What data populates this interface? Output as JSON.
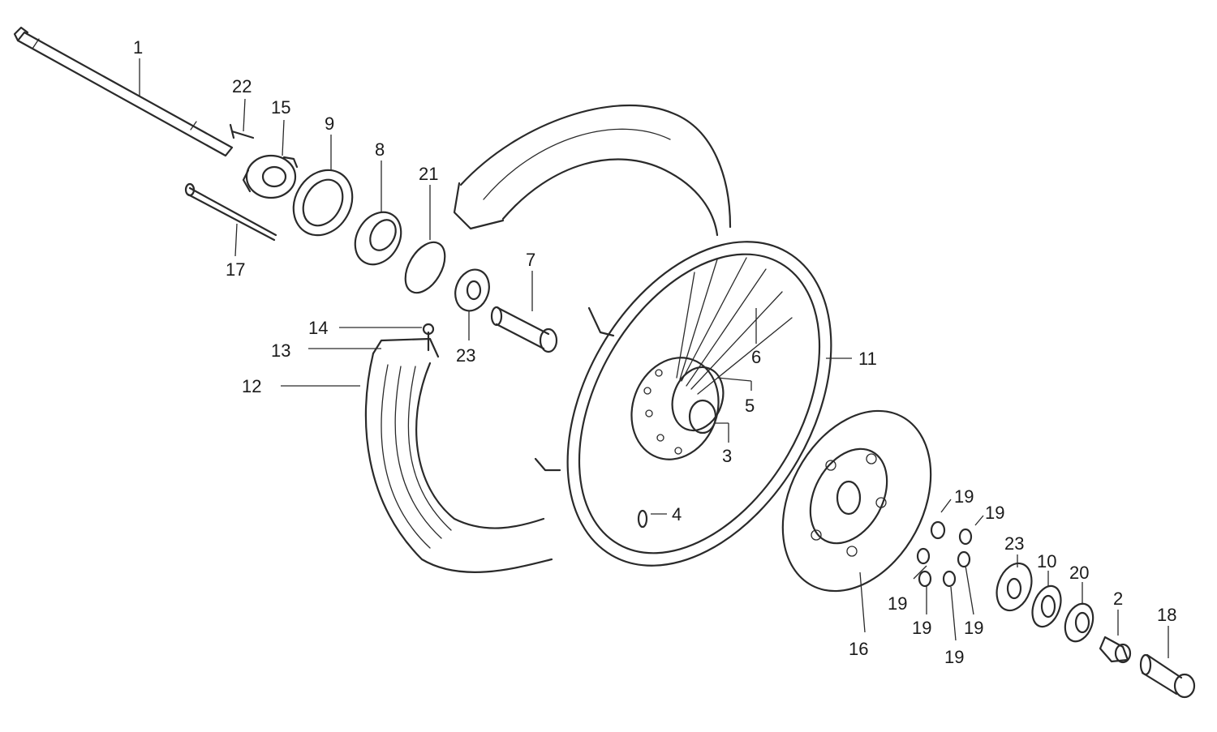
{
  "diagram": {
    "background": "#ffffff",
    "ink": "#2a2a2a",
    "callouts": [
      {
        "id": "1",
        "text": "1"
      },
      {
        "id": "22",
        "text": "22"
      },
      {
        "id": "15",
        "text": "15"
      },
      {
        "id": "9",
        "text": "9"
      },
      {
        "id": "8",
        "text": "8"
      },
      {
        "id": "21",
        "text": "21"
      },
      {
        "id": "17",
        "text": "17"
      },
      {
        "id": "7",
        "text": "7"
      },
      {
        "id": "14",
        "text": "14"
      },
      {
        "id": "13",
        "text": "13"
      },
      {
        "id": "23a",
        "text": "23"
      },
      {
        "id": "12",
        "text": "12"
      },
      {
        "id": "6",
        "text": "6"
      },
      {
        "id": "11",
        "text": "11"
      },
      {
        "id": "5",
        "text": "5"
      },
      {
        "id": "3",
        "text": "3"
      },
      {
        "id": "4",
        "text": "4"
      },
      {
        "id": "19a",
        "text": "19"
      },
      {
        "id": "19b",
        "text": "19"
      },
      {
        "id": "23b",
        "text": "23"
      },
      {
        "id": "10",
        "text": "10"
      },
      {
        "id": "20",
        "text": "20"
      },
      {
        "id": "19c",
        "text": "19"
      },
      {
        "id": "19d",
        "text": "19"
      },
      {
        "id": "19e",
        "text": "19"
      },
      {
        "id": "19f",
        "text": "19"
      },
      {
        "id": "2",
        "text": "2"
      },
      {
        "id": "18",
        "text": "18"
      },
      {
        "id": "16",
        "text": "16"
      }
    ]
  }
}
